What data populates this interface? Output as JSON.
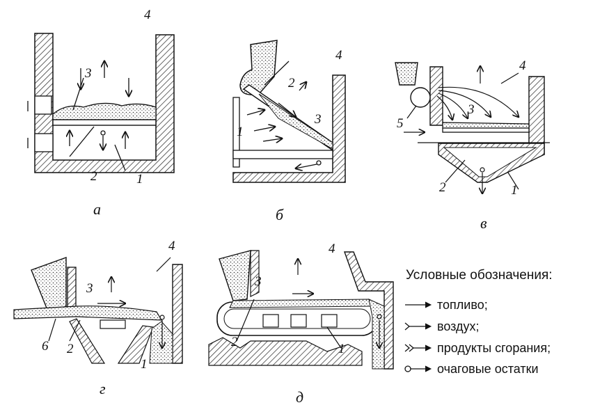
{
  "panels": {
    "a": {
      "caption": "а",
      "labels": [
        "1",
        "2",
        "3",
        "4"
      ]
    },
    "b": {
      "caption": "б",
      "labels": [
        "1",
        "2",
        "3",
        "4"
      ]
    },
    "v": {
      "caption": "в",
      "labels": [
        "1",
        "2",
        "3",
        "4",
        "5"
      ]
    },
    "g": {
      "caption": "г",
      "labels": [
        "1",
        "2",
        "3",
        "4",
        "6"
      ]
    },
    "d": {
      "caption": "д",
      "labels": [
        "1",
        "2",
        "3",
        "4"
      ]
    }
  },
  "legend": {
    "title": "Условные обозначения:",
    "items": [
      {
        "symbol": "arrow",
        "text": "топливо;"
      },
      {
        "symbol": "air-arrow",
        "text": "воздух;"
      },
      {
        "symbol": "double-arrow",
        "text": "продукты сгорания;"
      },
      {
        "symbol": "circle-arrow",
        "text": "очаговые остатки"
      }
    ]
  }
}
